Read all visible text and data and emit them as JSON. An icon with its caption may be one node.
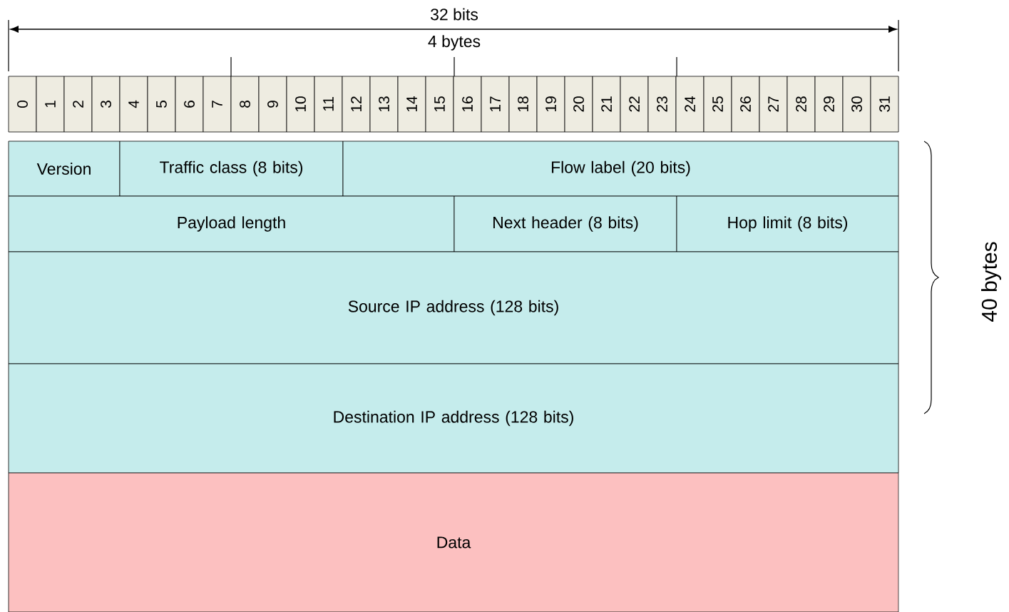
{
  "diagram": {
    "nodes": [
      {
        "text": [
          "0"
        ]
      },
      {
        "text": [
          "1"
        ]
      },
      {
        "text": [
          "2"
        ]
      },
      {
        "text": [
          "3"
        ]
      },
      {
        "text": [
          "4"
        ]
      },
      {
        "text": [
          "5"
        ]
      },
      {
        "text": [
          "6"
        ]
      },
      {
        "text": [
          "7"
        ]
      },
      {
        "text": [
          "8"
        ]
      },
      {
        "text": [
          "9"
        ]
      },
      {
        "text": [
          "10"
        ]
      },
      {
        "text": [
          "11"
        ]
      },
      {
        "text": [
          "12"
        ]
      },
      {
        "text": [
          "13"
        ]
      },
      {
        "text": [
          "14"
        ]
      },
      {
        "text": [
          "15"
        ]
      },
      {
        "text": [
          "16"
        ]
      },
      {
        "text": [
          "17"
        ]
      },
      {
        "text": [
          "18"
        ]
      },
      {
        "text": [
          "19"
        ]
      },
      {
        "text": [
          "20"
        ]
      },
      {
        "text": [
          "21"
        ]
      },
      {
        "text": [
          "22"
        ]
      },
      {
        "text": [
          "23"
        ]
      },
      {
        "text": [
          "24"
        ]
      },
      {
        "text": [
          "25"
        ]
      },
      {
        "text": [
          "26"
        ]
      },
      {
        "text": [
          "27"
        ]
      },
      {
        "text": [
          "28"
        ]
      },
      {
        "text": [
          "29"
        ]
      },
      {
        "text": [
          "30"
        ]
      },
      {
        "text": [
          "31"
        ]
      },
      {
        "text": [
          "Version"
        ]
      },
      {
        "text": [
          "Traffic class (8 bits)"
        ]
      },
      {
        "text": [
          "Flow label (20 bits)"
        ]
      },
      {
        "text": [
          "Payload length"
        ]
      },
      {
        "text": [
          "Next header (8 bits)"
        ]
      },
      {
        "text": [
          "Hop limit (8 bits)"
        ]
      },
      {
        "text": [
          "Source IP address (128 bits)"
        ]
      },
      {
        "text": [
          "Destination IP address (128 bits)"
        ]
      },
      {
        "text": [
          "Data"
        ]
      }
    ],
    "labels": [
      "32 bits",
      "4 bytes",
      "40 bytes"
    ]
  }
}
